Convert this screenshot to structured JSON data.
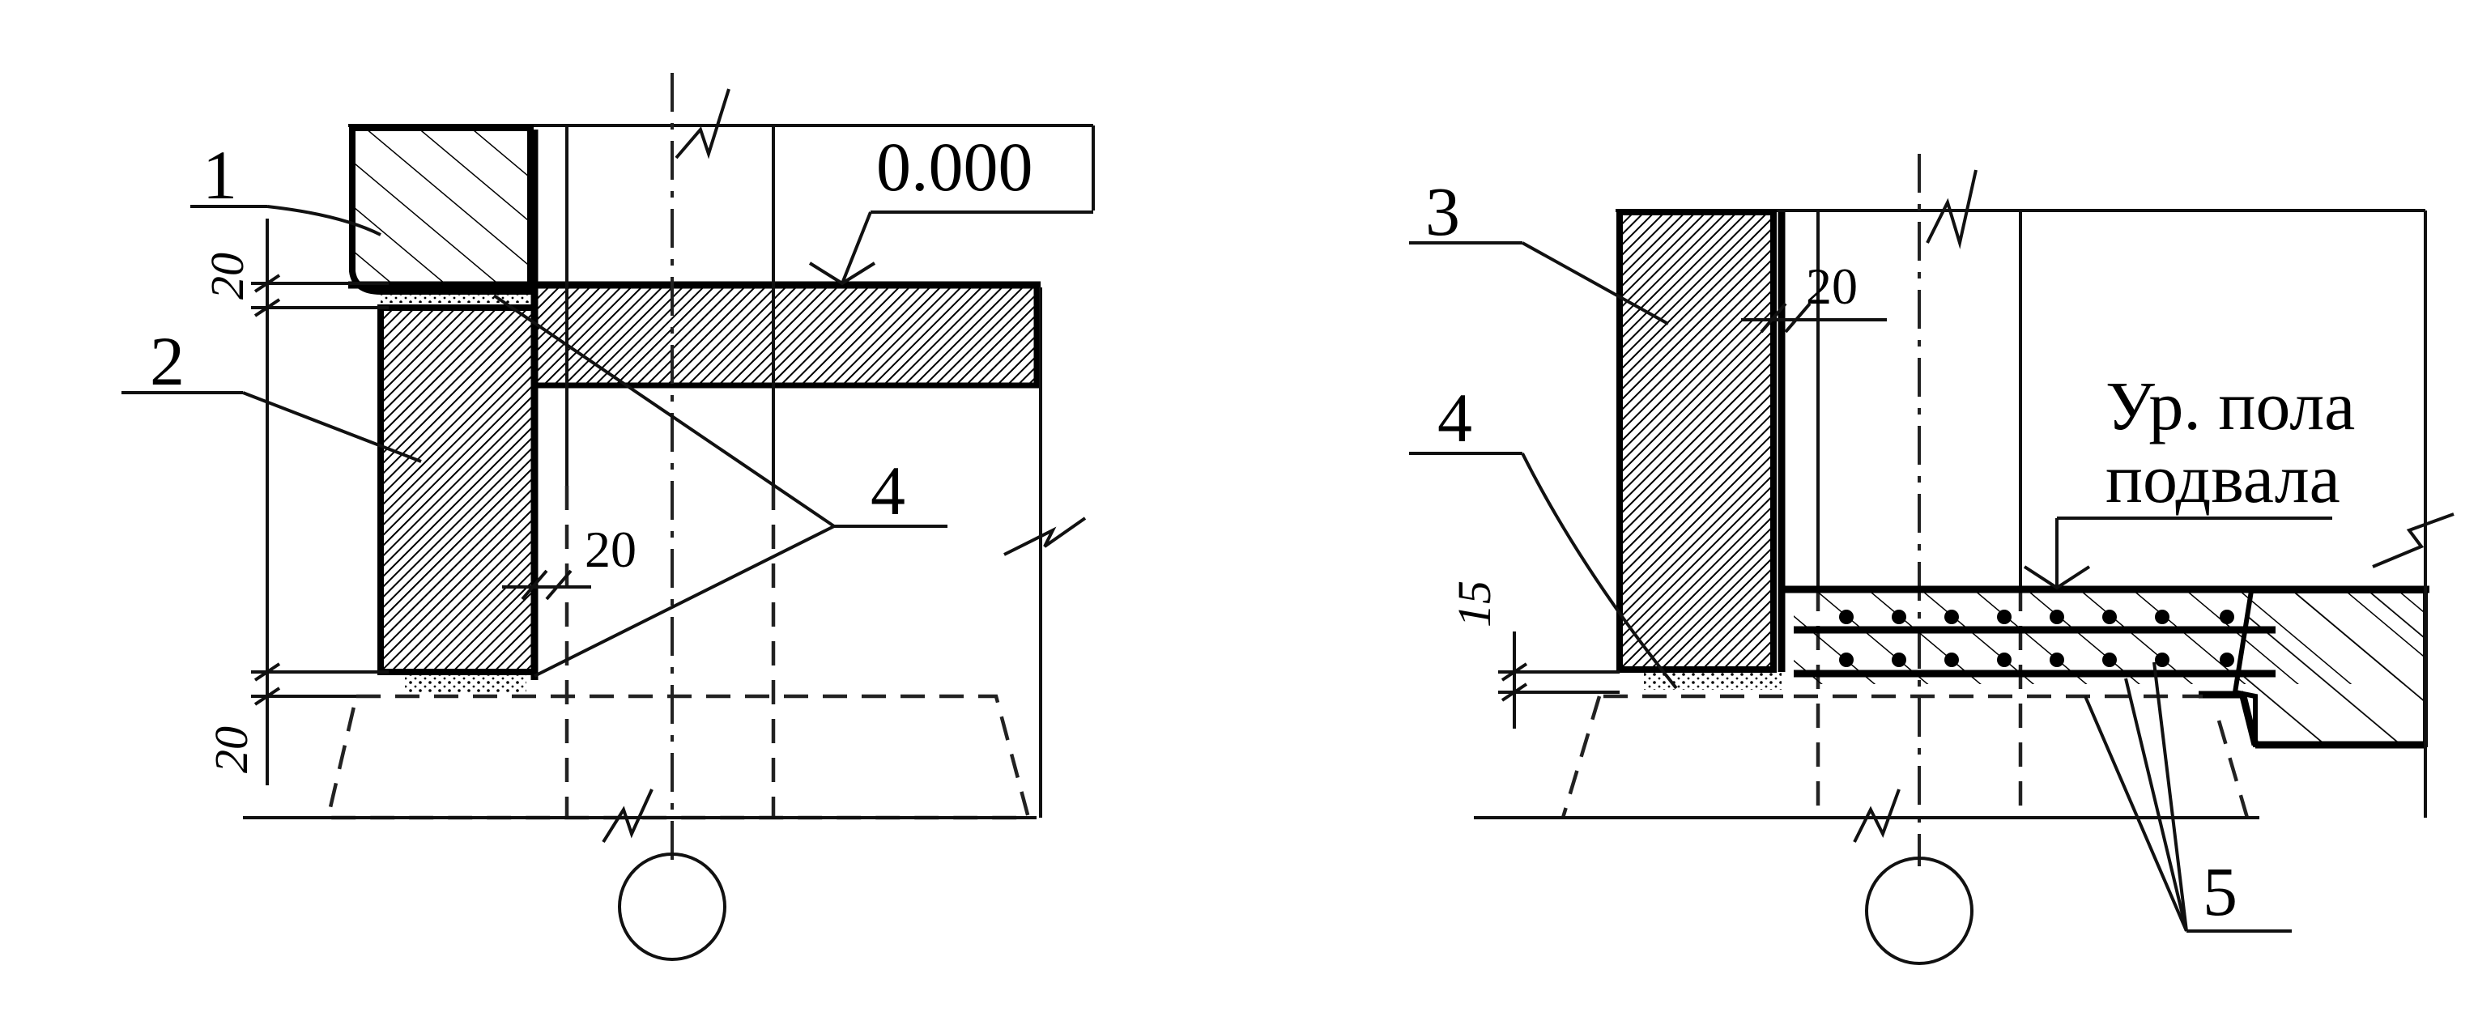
{
  "labels": {
    "callout_1": "1",
    "callout_2": "2",
    "callout_3": "3",
    "callout_4_left": "4",
    "callout_4_right": "4",
    "callout_5": "5",
    "elevation_zero": "0.000",
    "floor_level_line1": "Ур. пола",
    "floor_level_line2": "подвала"
  },
  "dimensions": {
    "left_top_gap": "20",
    "left_bottom_gap": "20",
    "left_side_gap": "20",
    "right_side_gap": "20",
    "right_bottom_gap": "15"
  },
  "colors": {
    "line": "#000000",
    "background": "#ffffff"
  }
}
